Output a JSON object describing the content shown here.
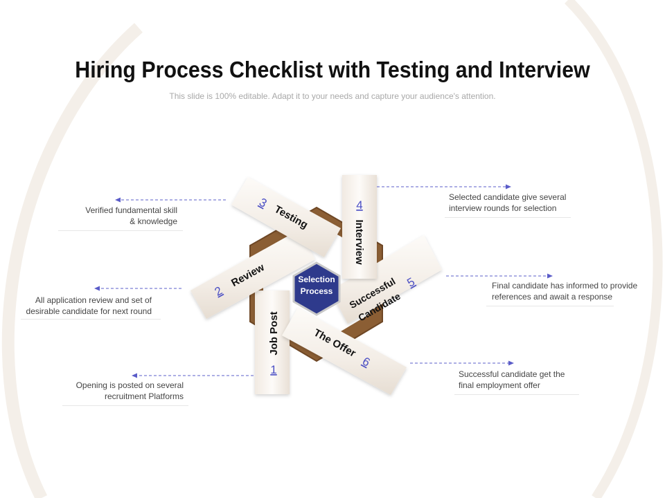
{
  "title": "Hiring Process Checklist with Testing and Interview",
  "subtitle": "This slide is 100% editable. Adapt it to your needs and capture your audience's attention.",
  "center": {
    "line1": "Selection",
    "line2": "Process"
  },
  "steps": [
    {
      "num": "1",
      "label": "Job Post",
      "desc1": "Opening is posted on several",
      "desc2": "recruitment Platforms"
    },
    {
      "num": "2",
      "label": "Review",
      "desc1": "All application review and set of",
      "desc2": "desirable candidate for next round"
    },
    {
      "num": "3",
      "label": "Testing",
      "desc1": "Verified fundamental skill",
      "desc2": "& knowledge"
    },
    {
      "num": "4",
      "label": "Interview",
      "desc1": "Selected candidate give several",
      "desc2": "interview rounds for selection"
    },
    {
      "num": "5",
      "label1": "Successful",
      "label2": "Candidate",
      "desc1": "Final candidate has informed to provide",
      "desc2": "references and await a response"
    },
    {
      "num": "6",
      "label": "The Offer",
      "desc1": "Successful candidate get the",
      "desc2": "final employment offer"
    }
  ],
  "colors": {
    "hexagon": "#8B5E34",
    "center": "#2E3A8C",
    "number": "#4B4FC4",
    "arrow": "#5A5CC8"
  }
}
